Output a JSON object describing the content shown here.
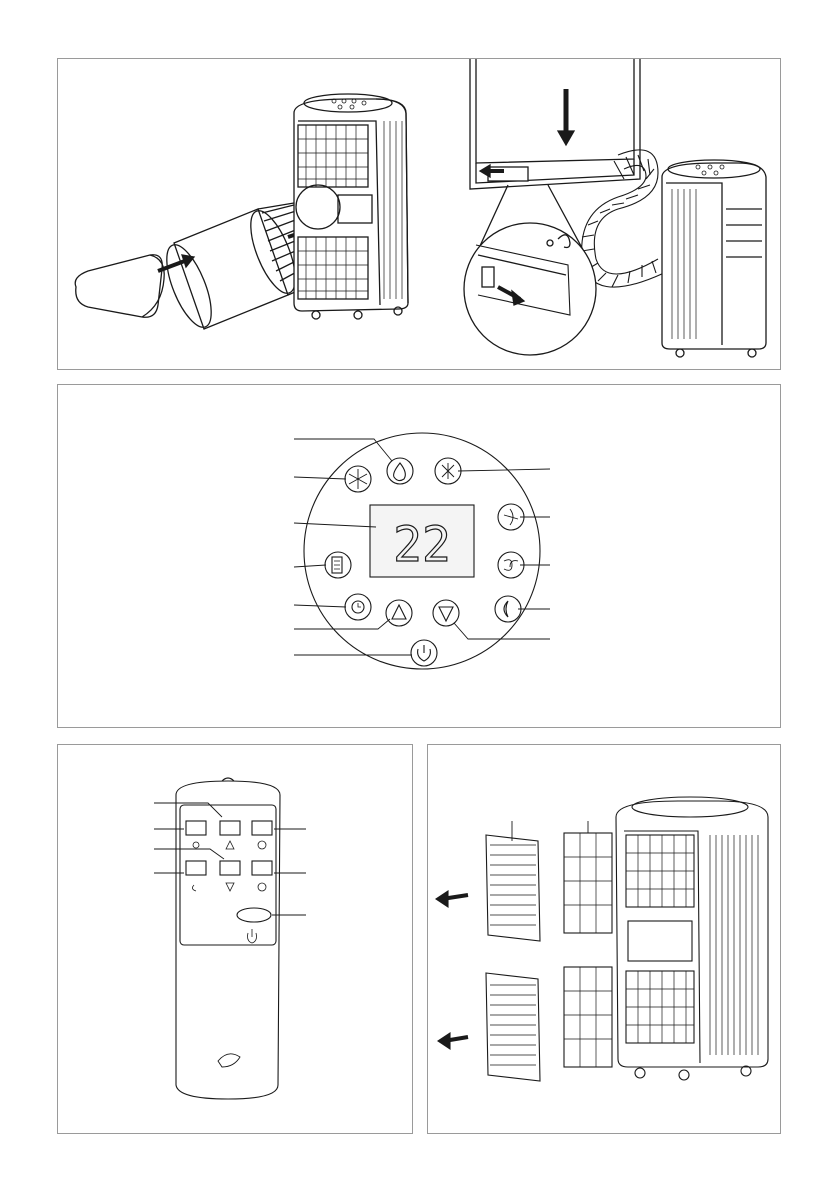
{
  "panels": [
    {
      "id": "hose-and-window-installation"
    },
    {
      "id": "control-panel"
    },
    {
      "id": "remote-control"
    },
    {
      "id": "filter-removal"
    }
  ],
  "control_panel": {
    "display_value": "22",
    "buttons": [
      "dehumidify",
      "cool",
      "fan-speed",
      "swing",
      "display",
      "fan-mode",
      "timer",
      "sleep",
      "up",
      "down",
      "power"
    ]
  },
  "remote": {
    "buttons": [
      "mode",
      "up",
      "speed",
      "timer",
      "down",
      "sleep",
      "power"
    ]
  },
  "colors": {
    "line": "#1a1a1a",
    "panel_border": "#9a9a9a",
    "display_bg": "#f4f4f4"
  }
}
